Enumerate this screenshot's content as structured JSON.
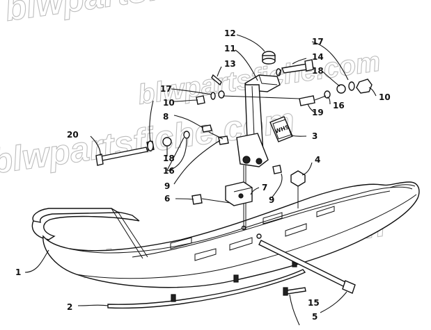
{
  "watermark": {
    "text_line_1": "blwpartsfiche.com",
    "text_line_2": "blwpartsfiche.com",
    "text_line_3": "blwpartsfiche.com",
    "text_line_4": "blwpartsfiche.com"
  },
  "callouts": {
    "c1": "1",
    "c2": "2",
    "c3": "3",
    "c4": "4",
    "c5": "5",
    "c6": "6",
    "c7": "7",
    "c8": "8",
    "c9a": "9",
    "c9b": "9",
    "c10a": "10",
    "c10b": "10",
    "c11": "11",
    "c12": "12",
    "c13": "13",
    "c14": "14",
    "c15": "15",
    "c16a": "16",
    "c16b": "16",
    "c17a": "17",
    "c17b": "17",
    "c18a": "18",
    "c18b": "18",
    "c19": "19",
    "c20": "20"
  },
  "decal_text": "WHS"
}
